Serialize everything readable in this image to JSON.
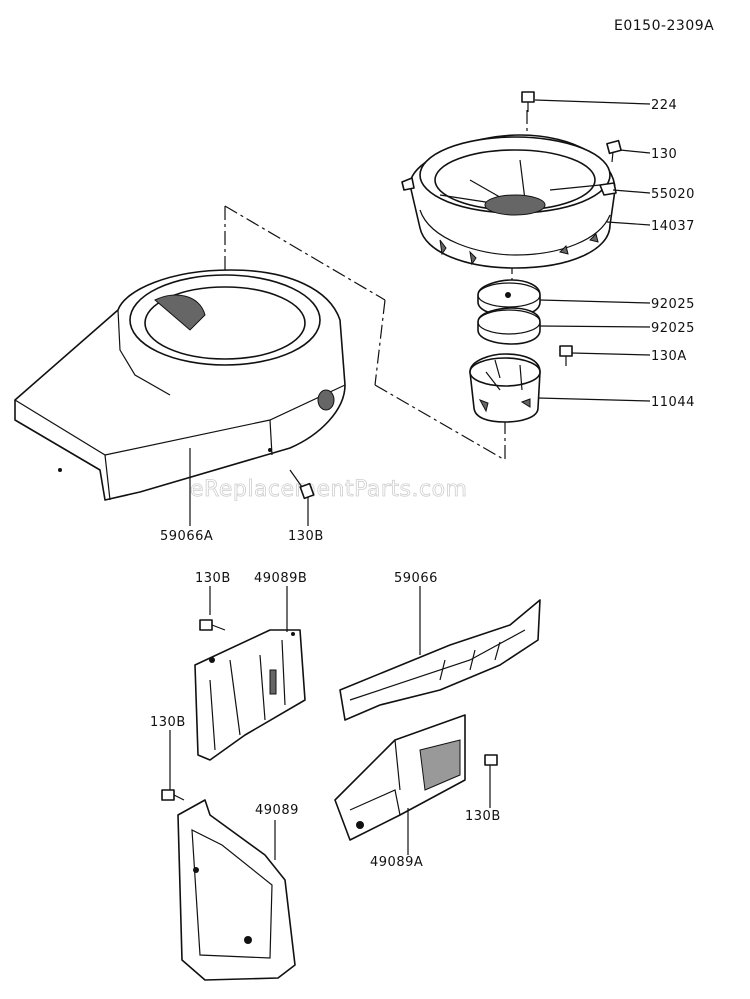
{
  "diagram_code": "E0150-2309A",
  "watermark": "eReplacementParts.com",
  "labels": {
    "l224": "224",
    "l130": "130",
    "l55020": "55020",
    "l14037": "14037",
    "l92025a": "92025",
    "l92025b": "92025",
    "l130A": "130A",
    "l11044": "11044",
    "l59066A": "59066A",
    "l130B_a": "130B",
    "l130B_b": "130B",
    "l49089B": "49089B",
    "l59066": "59066",
    "l130B_c": "130B",
    "l49089": "49089",
    "l130B_d": "130B",
    "l49089A": "49089A"
  }
}
